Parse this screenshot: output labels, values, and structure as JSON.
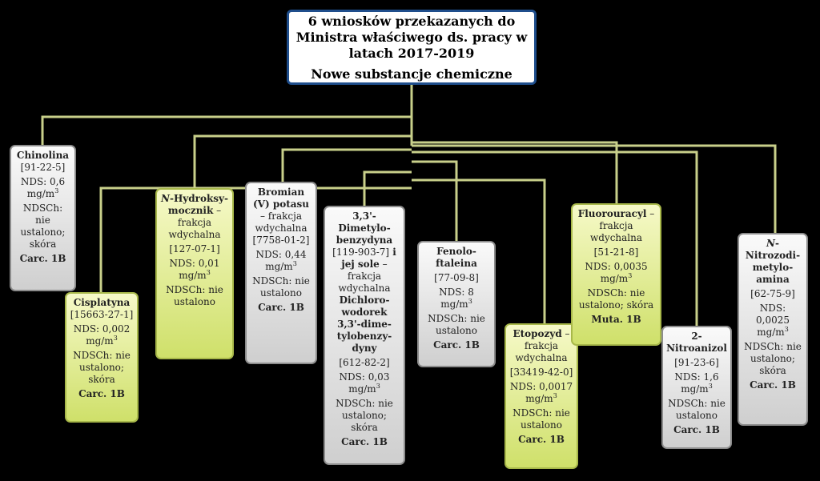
{
  "root": {
    "title": "6 wniosków przekazanych do Ministra właściwego ds. pracy w latach 2017-2019",
    "subtitle": "Nowe substancje chemiczne"
  },
  "colors": {
    "connector": "#c8cf8a",
    "root_border": "#1f4e8c",
    "green_fill": "#d9e67a",
    "gray_fill": "#e3e3e3"
  },
  "substances": [
    {
      "id": "chinolina",
      "name": "Chinolina",
      "cas": "[91-22-5]",
      "nds": "NDS: 0,6 mg/m",
      "ndsch": "NDSCh: nie ustalono; skóra",
      "klasa": "Carc. 1B"
    },
    {
      "id": "cisplatyna",
      "name": "Cisplatyna",
      "cas": "[15663-27-1]",
      "nds": "NDS: 0,002 mg/m",
      "ndsch": "NDSCh: nie ustalono; skóra",
      "klasa": "Carc. 1B"
    },
    {
      "id": "hydroksymocznik",
      "name_prefix": "N",
      "name": "-Hydroksy-mocznik",
      "fraction": " – frakcja wdychalna",
      "cas": "[127-07-1]",
      "nds": "NDS: 0,01 mg/m",
      "ndsch": "NDSCh: nie ustalono"
    },
    {
      "id": "bromian",
      "name": "Bromian (V) potasu",
      "fraction": "– frakcja wdychalna",
      "cas": "[7758-01-2]",
      "nds": "NDS: 0,44 mg/m",
      "ndsch": "NDSCh: nie ustalono",
      "klasa": "Carc. 1B"
    },
    {
      "id": "dimetylobenzydyna",
      "name": "3,3'-Dimetylo-benzydyna",
      "cas": "[119-903-7]",
      "name2": " i jej sole",
      "fraction": " – frakcja wdychalna",
      "name3": "Dichloro-wodorek 3,3'-dime-tylobenzy-dyny",
      "cas2": "[612-82-2]",
      "nds": "NDS: 0,03 mg/m",
      "ndsch": "NDSCh: nie ustalono; skóra",
      "klasa": "Carc. 1B"
    },
    {
      "id": "fenoloftaleina",
      "name": "Fenolo-ftaleina",
      "cas": "[77-09-8]",
      "nds": "NDS: 8 mg/m",
      "ndsch": "NDSCh: nie ustalono",
      "klasa": "Carc. 1B"
    },
    {
      "id": "etopozyd",
      "name": "Etopozyd",
      "fraction": " – frakcja wdychalna",
      "cas": "[33419-42-0]",
      "nds": "NDS: 0,0017 mg/m",
      "ndsch": "NDSCh: nie ustalono",
      "klasa": "Carc. 1B"
    },
    {
      "id": "fluorouracyl",
      "name": "Fluorouracyl",
      "fraction": " – frakcja wdychalna",
      "cas": "[51-21-8]",
      "nds": "NDS: 0,0035 mg/m",
      "ndsch": "NDSCh: nie ustalono; skóra",
      "klasa": "Muta. 1B"
    },
    {
      "id": "nitroanizol",
      "name": "2-Nitroanizol",
      "cas": "[91-23-6]",
      "nds": "NDS: 1,6 mg/m",
      "ndsch": "NDSCh: nie ustalono",
      "klasa": "Carc. 1B"
    },
    {
      "id": "nitrozodimetyloamina",
      "name_prefix": "N",
      "name": "-Nitrozodi-metylo-amina",
      "cas": "[62-75-9]",
      "nds": "NDS: 0,0025 mg/m",
      "ndsch": "NDSCh: nie ustalono; skóra",
      "klasa": "Carc. 1B"
    }
  ],
  "unit_exponent": "3"
}
